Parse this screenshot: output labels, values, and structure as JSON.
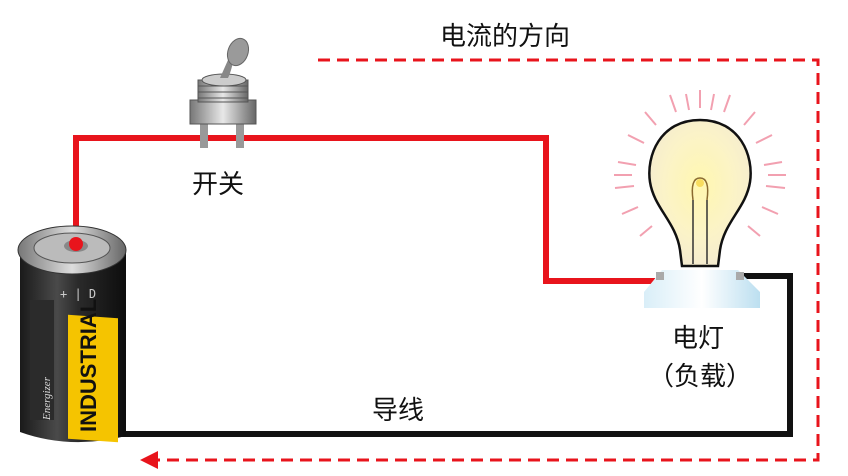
{
  "labels": {
    "current_direction": "电流的方向",
    "switch": "开关",
    "lamp": "电灯",
    "lamp_sub": "（负载）",
    "wire": "导线"
  },
  "battery": {
    "brand": "INDUSTRIAL",
    "maker": "Energizer",
    "polarity": "+ | D"
  },
  "colors": {
    "positive_wire": "#e8141c",
    "negative_wire": "#111111",
    "current_arrow": "#e8141c",
    "bulb_glow": "#f2a0b0",
    "battery_label": "#f5c400"
  }
}
